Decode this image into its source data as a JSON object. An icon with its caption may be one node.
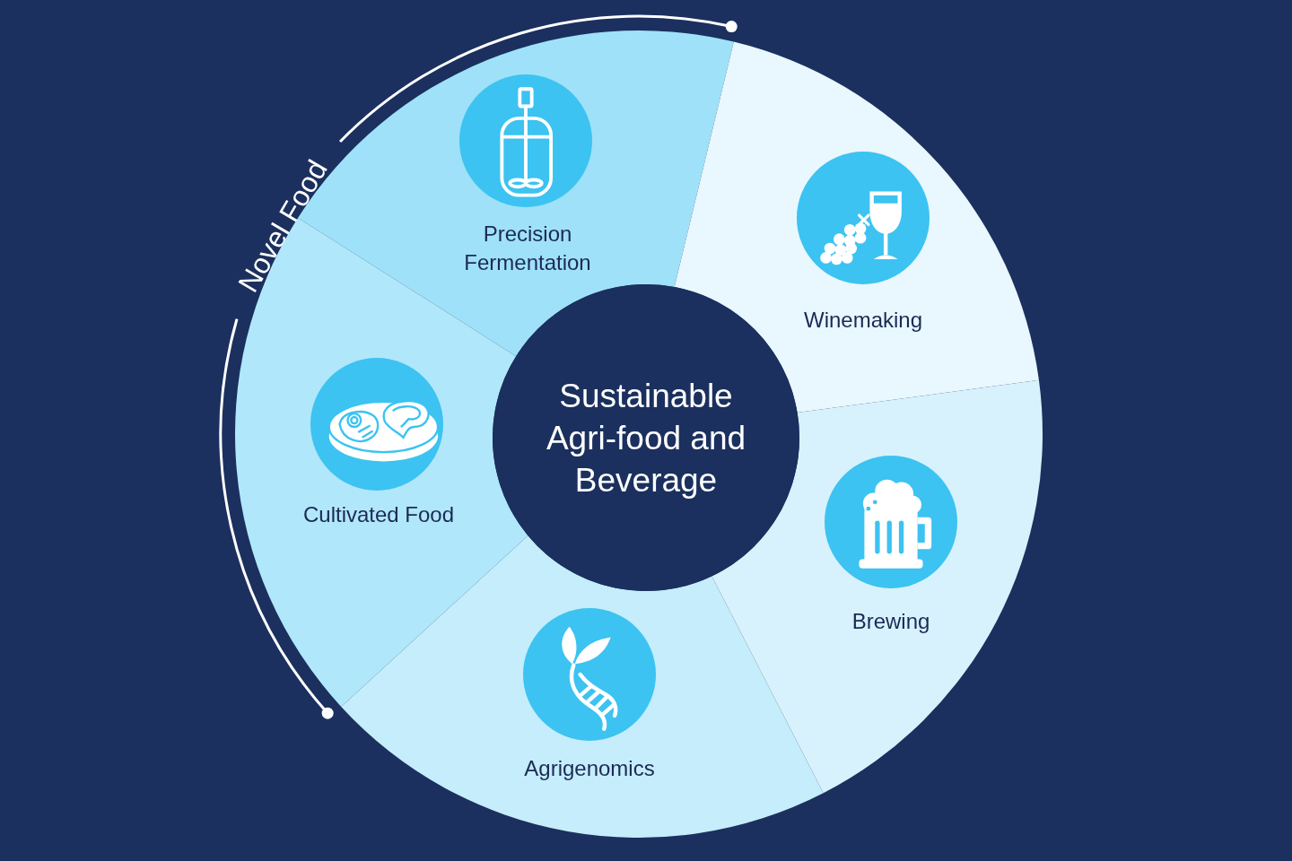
{
  "diagram": {
    "nodes": [
      {
        "text": [
          "Sustainable Agri-food and Beverage"
        ]
      },
      {
        "text": [
          "Precision Fermentation"
        ]
      },
      {
        "text": [
          "Winemaking"
        ]
      },
      {
        "text": [
          "Brewing"
        ]
      },
      {
        "text": [
          "Agrigenomics"
        ]
      },
      {
        "text": [
          "Cultivated Food"
        ]
      }
    ],
    "labels": [
      "Novel Food"
    ]
  }
}
